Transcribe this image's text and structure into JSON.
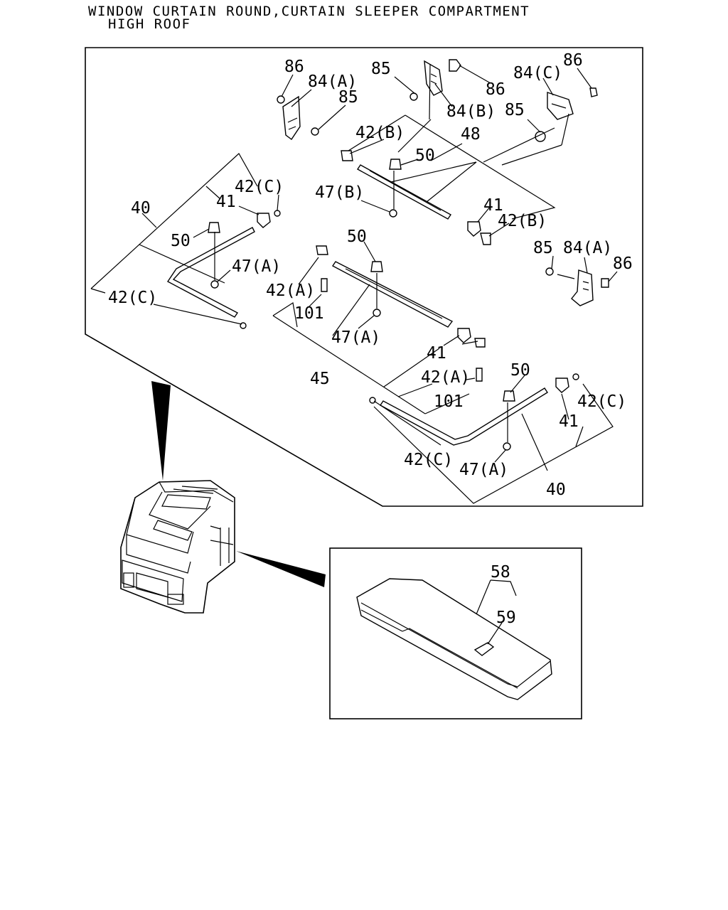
{
  "title": {
    "line1": "WINDOW CURTAIN ROUND,CURTAIN SLEEPER COMPARTMENT",
    "line2": "HIGH ROOF"
  },
  "callouts": {
    "c86_a": "86",
    "c84a_a": "84(A)",
    "c85_a": "85",
    "c85_b": "85",
    "c86_b": "86",
    "c84b": "84(B)",
    "c84c": "84(C)",
    "c86_c": "86",
    "c85_c": "85",
    "c42b_a": "42(B)",
    "c48": "48",
    "c50_a": "50",
    "c47b": "47(B)",
    "c41_a": "41",
    "c42b_b": "42(B)",
    "c42c_a": "42(C)",
    "c40_a": "40",
    "c41_b": "41",
    "c50_b": "50",
    "c47a_a": "47(A)",
    "c42c_b": "42(C)",
    "c85_d": "85",
    "c84a_b": "84(A)",
    "c86_d": "86",
    "c50_c": "50",
    "c42a_a": "42(A)",
    "c101_a": "101",
    "c47a_b": "47(A)",
    "c41_c": "41",
    "c45": "45",
    "c42a_b": "42(A)",
    "c101_b": "101",
    "c50_d": "50",
    "c42c_c": "42(C)",
    "c41_d": "41",
    "c42c_d": "42(C)",
    "c47a_c": "47(A)",
    "c40_b": "40",
    "c58": "58",
    "c59": "59"
  }
}
